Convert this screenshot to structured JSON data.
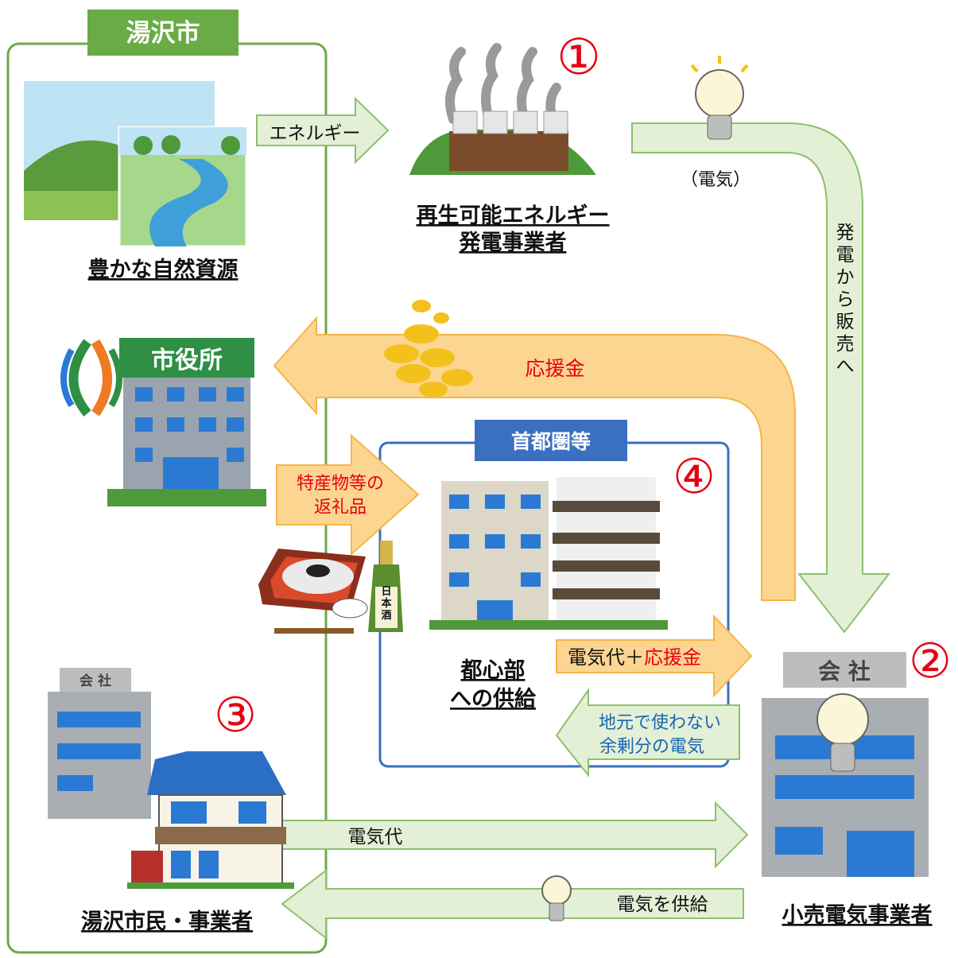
{
  "city": {
    "title": "湯沢市"
  },
  "capital": {
    "title": "首都圏等"
  },
  "markers": {
    "m1": "①",
    "m2": "②",
    "m3": "③",
    "m4": "④"
  },
  "nodes": {
    "nature": "豊かな自然資源",
    "generator_line1": "再生可能エネルギー",
    "generator_line2": "発電事業者",
    "city_office_sign": "市役所",
    "urban_line1": "都心部",
    "urban_line2": "への供給",
    "residents": "湯沢市民・事業者",
    "retailer": "小売電気事業者",
    "company_sign": "会 社",
    "sake_label": "日本酒"
  },
  "arrows": {
    "energy": "エネルギー",
    "electricity_paren": "（電気）",
    "sell_vertical": "発電から販売へ",
    "support": "応援金",
    "gifts_line1": "特産物等の",
    "gifts_line2": "返礼品",
    "fee_plus_a": "電気代＋",
    "fee_plus_b": "応援金",
    "surplus_line1": "地元で使わない",
    "surplus_line2": "余剰分の電気",
    "fee": "電気代",
    "supply": "電気を供給"
  },
  "colors": {
    "green_frame": "#6aab45",
    "green_arrow": "#e4f0d6",
    "orange_arrow": "#fcd591",
    "blue_frame": "#3b6fbf",
    "red_marker": "#e60012"
  }
}
